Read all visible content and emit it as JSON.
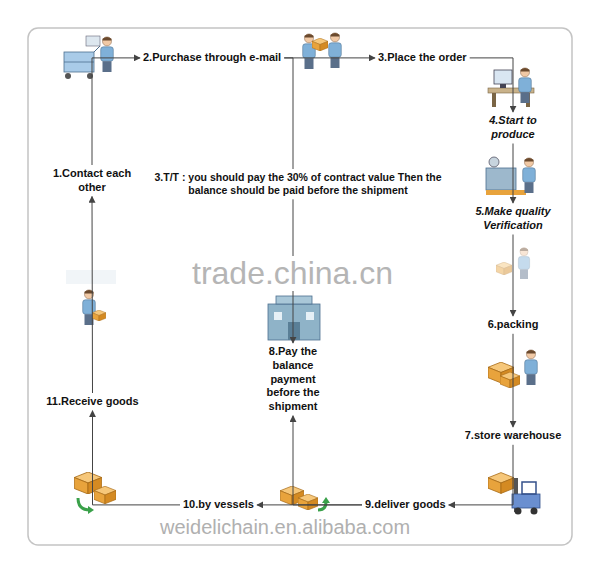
{
  "diagram": {
    "nodes": [
      {
        "text": [
          "2.Purchase through e-mail"
        ]
      },
      {
        "text": [
          "3.Place the order"
        ]
      },
      {
        "text": [
          "1.Contact each other"
        ]
      },
      {
        "text": [
          "3.T/T : you should pay the 30% of contract value Then the balance should be paid before the shipment"
        ]
      },
      {
        "text": [
          "4.Start to produce"
        ]
      },
      {
        "text": [
          "5.Make quality Verification"
        ]
      },
      {
        "text": [
          "8.Pay the balance payment before the shipment"
        ]
      },
      {
        "text": [
          "6.packing"
        ]
      },
      {
        "text": [
          "11.Receive goods"
        ]
      },
      {
        "text": [
          "7.store warehouse"
        ]
      },
      {
        "text": [
          "10.by vessels"
        ]
      },
      {
        "text": [
          "9.deliver goods"
        ]
      }
    ],
    "edges": [
      {
        "from": 2,
        "to": 0,
        "arrow": "to"
      },
      {
        "from": 0,
        "to": 1,
        "arrow": "to"
      },
      {
        "from": 1,
        "to": 4,
        "arrow": "to"
      },
      {
        "from": 4,
        "to": 5,
        "arrow": "to"
      },
      {
        "from": 5,
        "to": 7,
        "arrow": "to"
      },
      {
        "from": 7,
        "to": 9,
        "arrow": "to"
      },
      {
        "from": 9,
        "to": 11,
        "arrow": "to"
      },
      {
        "from": 11,
        "to": 10,
        "arrow": "to"
      },
      {
        "from": 10,
        "to": 8,
        "arrow": "to"
      },
      {
        "from": 8,
        "to": 2,
        "arrow": "to"
      },
      {
        "from": 0,
        "to": 3,
        "arrow": "none"
      },
      {
        "from": 3,
        "to": 6,
        "arrow": "to"
      },
      {
        "from": 11,
        "to": 6,
        "arrow": "to"
      }
    ],
    "labels": [
      "trade.china.cn",
      "weidelichain.en.alibaba.com"
    ]
  }
}
